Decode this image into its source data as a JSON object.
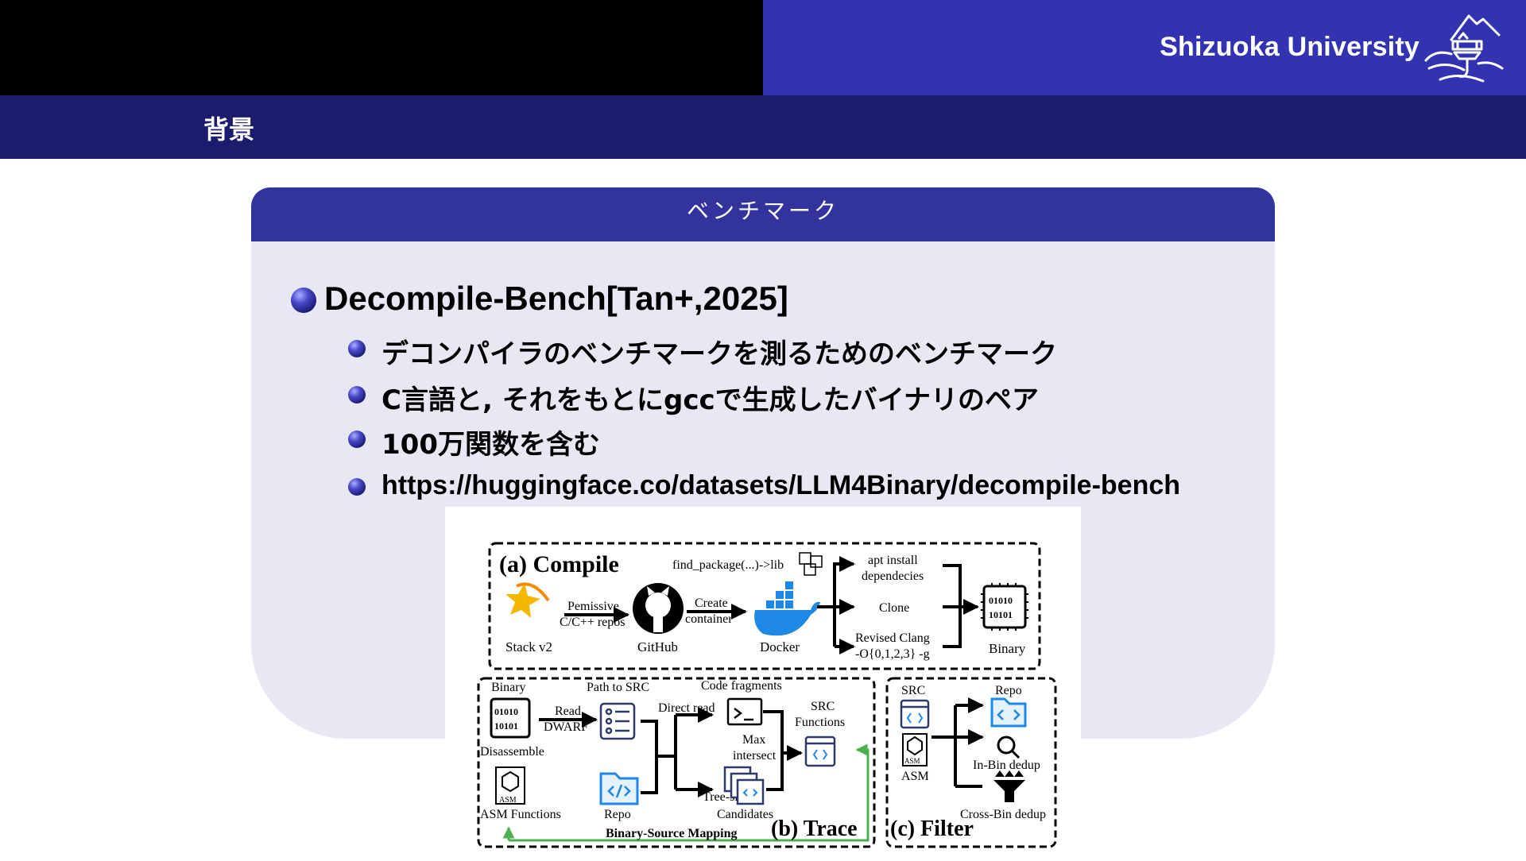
{
  "header": {
    "brand": "Shizuoka University",
    "logo_icon": "shizuoka-university-crest",
    "colors": {
      "black_band": "#000000",
      "blue_band": "#3333b2",
      "title_bar": "#1c1c6e"
    }
  },
  "frame": {
    "title": "背景"
  },
  "block": {
    "title": "ベンチマーク",
    "item": "Decompile-Bench[Tan+,2025]",
    "subitems": [
      "デコンパイラのベンチマークを測るためのベンチマーク",
      "C言語と, それをもとにgccで生成したバイナリのペア",
      "100万関数を含む",
      "https://huggingface.co/datasets/LLM4Binary/decompile-bench"
    ]
  },
  "figure": {
    "compile": {
      "title": "(a) Compile",
      "find_package": "find_package(...)->lib",
      "stack": "Stack v2",
      "permissive_1": "Pemissive",
      "permissive_2": "C/C++ repos",
      "github": "GitHub",
      "create_1": "Create",
      "create_2": "container",
      "docker": "Docker",
      "apt_1": "apt install",
      "apt_2": "dependecies",
      "clone": "Clone",
      "clang_1": "Revised Clang",
      "clang_2": "-O{0,1,2,3} -g",
      "binary": "Binary",
      "chip_1": "01010",
      "chip_2": "10101"
    },
    "trace": {
      "title": "(b) Trace",
      "binary": "Binary",
      "chip_1": "01010",
      "chip_2": "10101",
      "read_1": "Read",
      "read_2": "DWARF",
      "path": "Path to SRC",
      "disassemble": "Disassemble",
      "code_fragments": "Code fragments",
      "direct_read": "Direct read",
      "src_1": "SRC",
      "src_2": "Functions",
      "max_1": "Max",
      "max_2": "intersect",
      "asm": "ASM",
      "asm_functions": "ASM Functions",
      "repo": "Repo",
      "tree_sitter": "Tree-sitter",
      "candidates": "Candidates",
      "mapping": "Binary-Source Mapping"
    },
    "filter": {
      "title": "(c) Filter",
      "src": "SRC",
      "repo": "Repo",
      "asm": "ASM",
      "in_bin": "In-Bin dedup",
      "cross_bin": "Cross-Bin dedup"
    },
    "colors": {
      "accent_blue": "#1e88e5",
      "green_arrow": "#4caf50",
      "icon_navy": "#2b3a67"
    }
  }
}
